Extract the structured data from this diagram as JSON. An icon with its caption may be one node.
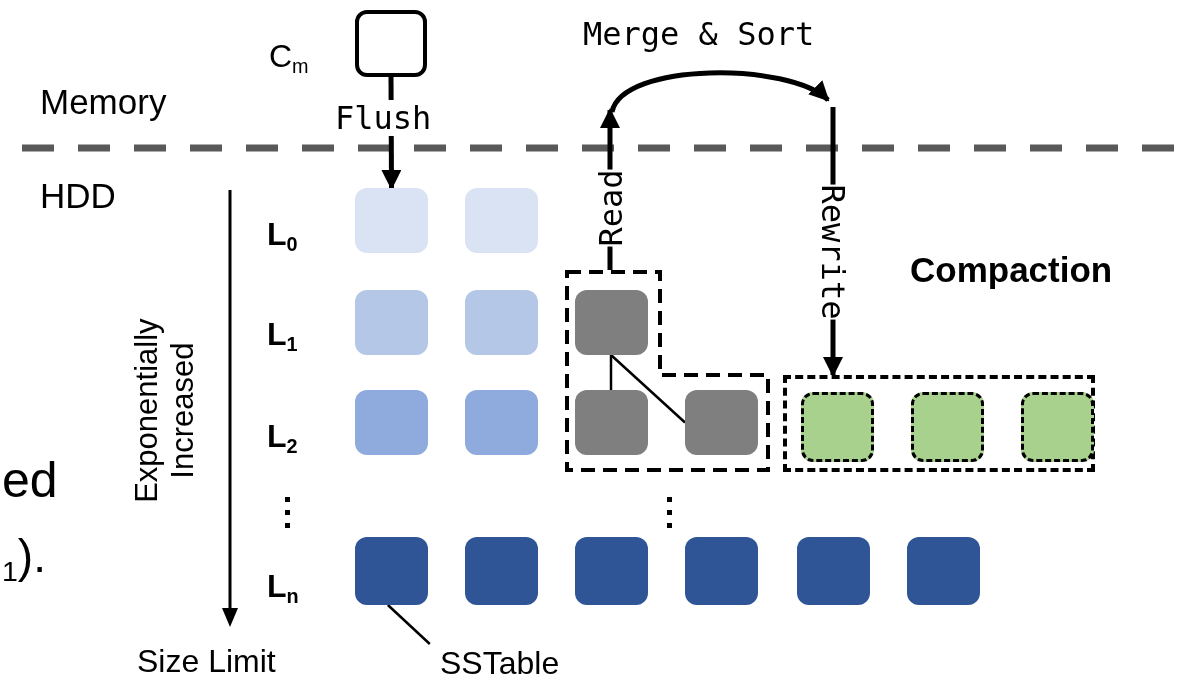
{
  "diagram": {
    "nodes": [
      {
        "text": [],
        "shape": "box",
        "beside": [
          "C$_{m}$"
        ]
      },
      {
        "text": [],
        "shape": "box"
      },
      {
        "text": [],
        "shape": "box"
      },
      {
        "text": [],
        "shape": "box"
      },
      {
        "text": [],
        "shape": "box"
      },
      {
        "text": [],
        "shape": "box"
      },
      {
        "text": [],
        "shape": "box"
      },
      {
        "text": [],
        "shape": "box"
      },
      {
        "text": [],
        "shape": "box",
        "in": 7
      },
      {
        "text": [],
        "shape": "box",
        "in": 7
      },
      {
        "text": [],
        "shape": "box",
        "in": 7
      },
      {
        "text": [],
        "shape": "box"
      },
      {
        "text": [],
        "shape": "box",
        "in": 11
      },
      {
        "text": [],
        "shape": "box",
        "in": 11
      },
      {
        "text": [],
        "shape": "box",
        "in": 11
      },
      {
        "text": [],
        "shape": "box"
      },
      {
        "text": [],
        "shape": "box"
      },
      {
        "text": [],
        "shape": "box"
      },
      {
        "text": [],
        "shape": "box"
      },
      {
        "text": [],
        "shape": "box"
      },
      {
        "text": [],
        "shape": "box"
      },
      {
        "text": [
          "SSTable"
        ]
      }
    ],
    "edges": [
      {
        "from": 0,
        "to": 1,
        "arrow": "to",
        "label": "Flush",
        "style": "thick"
      },
      {
        "from": 7,
        "to": null,
        "arrow": "to",
        "label": "Read",
        "style": "thick"
      },
      {
        "from": null,
        "to": 11,
        "arrow": "to",
        "label": "Rewrite",
        "style": "thick"
      },
      {
        "from": 8,
        "to": 9,
        "arrow": "none"
      },
      {
        "from": 8,
        "to": 10,
        "arrow": "none"
      },
      {
        "from": 21,
        "to": 15,
        "arrow": "none"
      }
    ],
    "labels": [
      "Merge & Sort",
      "Memory",
      "HDD",
      "L$_{0}$",
      "Compaction",
      "Exponentially Increased",
      "L$_{1}$",
      "L$_{2}$",
      "ed",
      "$_{1}$).",
      "L$_{n}$",
      "Size Limit"
    ]
  }
}
